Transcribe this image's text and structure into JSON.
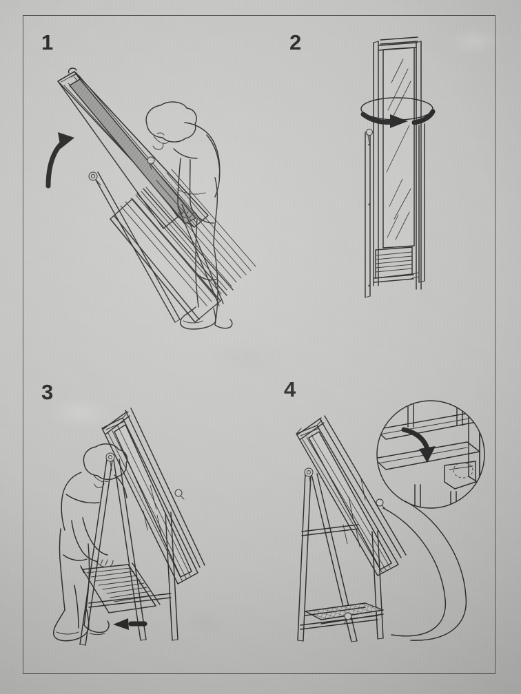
{
  "document": {
    "kind": "assembly-instruction-sheet",
    "title": "Floor mirror with shelf — assembly steps",
    "page_background": "#c6c6c4",
    "ink_color": "#2e2e2e",
    "border_color": "#55565a",
    "step_count": 4
  },
  "steps": [
    {
      "number": "1",
      "name": "lift-mirror-frame",
      "description": "Person lifts the flat-packed mirror frame with slatted shelf up off the floor",
      "arrow": {
        "name": "curved-up-arrow",
        "direction": "up"
      },
      "figures": [
        "person-bending",
        "mirror-frame-flat",
        "slatted-shelf"
      ]
    },
    {
      "number": "2",
      "name": "rotate-frame-upright",
      "description": "Stand the frame upright and rotate it around its vertical axis",
      "arrow": {
        "name": "rotation-arrow",
        "direction": "clockwise"
      },
      "figures": [
        "mirror-frame-upright",
        "leg-frame",
        "slatted-shelf-folded"
      ]
    },
    {
      "number": "3",
      "name": "pull-out-shelf-legs",
      "description": "Person pulls the shelf and rear leg assembly outward to open the easel stand",
      "arrow": {
        "name": "left-arrow",
        "direction": "left"
      },
      "figures": [
        "person-bending",
        "mirror-on-stand",
        "slatted-shelf-opening"
      ]
    },
    {
      "number": "4",
      "name": "lock-shelf-detail",
      "description": "Finished mirror standing open, with a magnified detail of the shelf locking hook",
      "arrow": {
        "name": "curved-down-arrow",
        "direction": "down"
      },
      "callout": {
        "name": "detail-magnifier-circle",
        "label": "shelf-hook-lock-detail"
      },
      "figures": [
        "mirror-assembled",
        "mesh-shelf",
        "detail-circle"
      ]
    }
  ]
}
